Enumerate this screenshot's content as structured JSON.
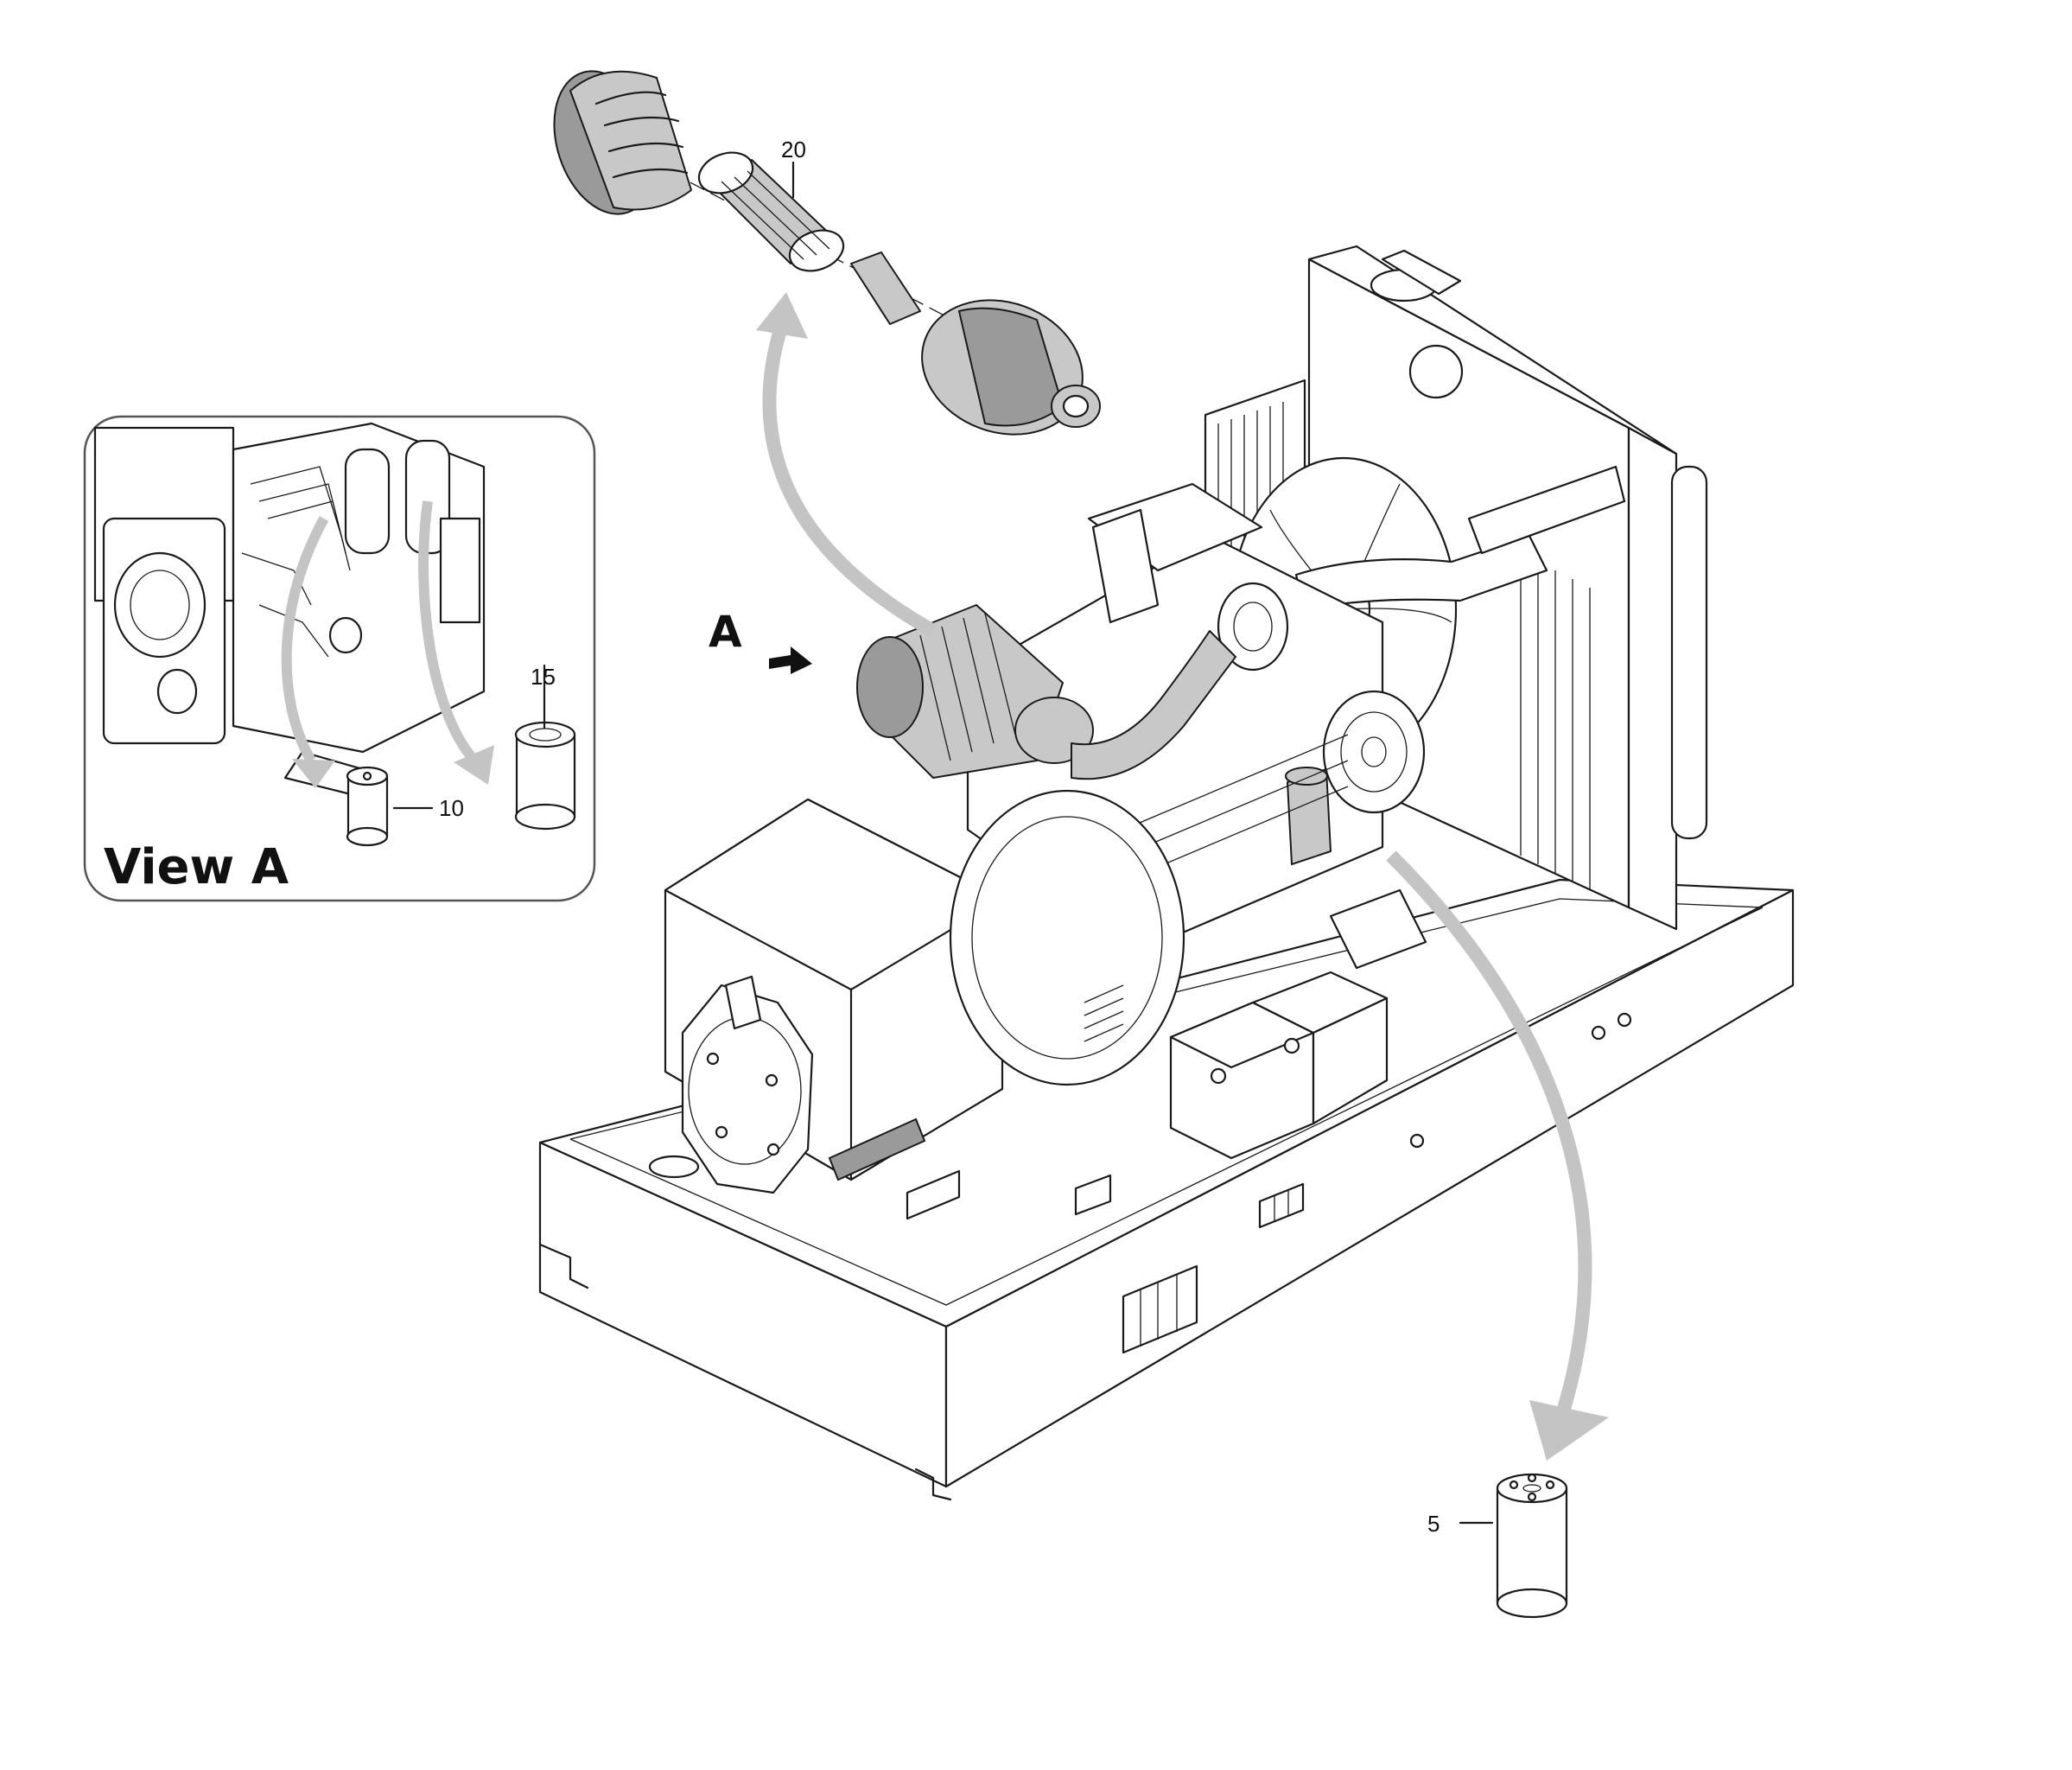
{
  "view_panel": {
    "title": "View A"
  },
  "view_arrow": {
    "label": "A"
  },
  "callouts": [
    {
      "id": "oil-filter",
      "number": "5"
    },
    {
      "id": "fuel-filter",
      "number": "10"
    },
    {
      "id": "prefilter",
      "number": "15"
    },
    {
      "id": "air-filter-element",
      "number": "20"
    }
  ],
  "colors": {
    "line": "#1a1a1a",
    "arrow_gray": "#c4c4c4",
    "shaded_part": "#c8c8c8",
    "panel_border": "#555555"
  }
}
